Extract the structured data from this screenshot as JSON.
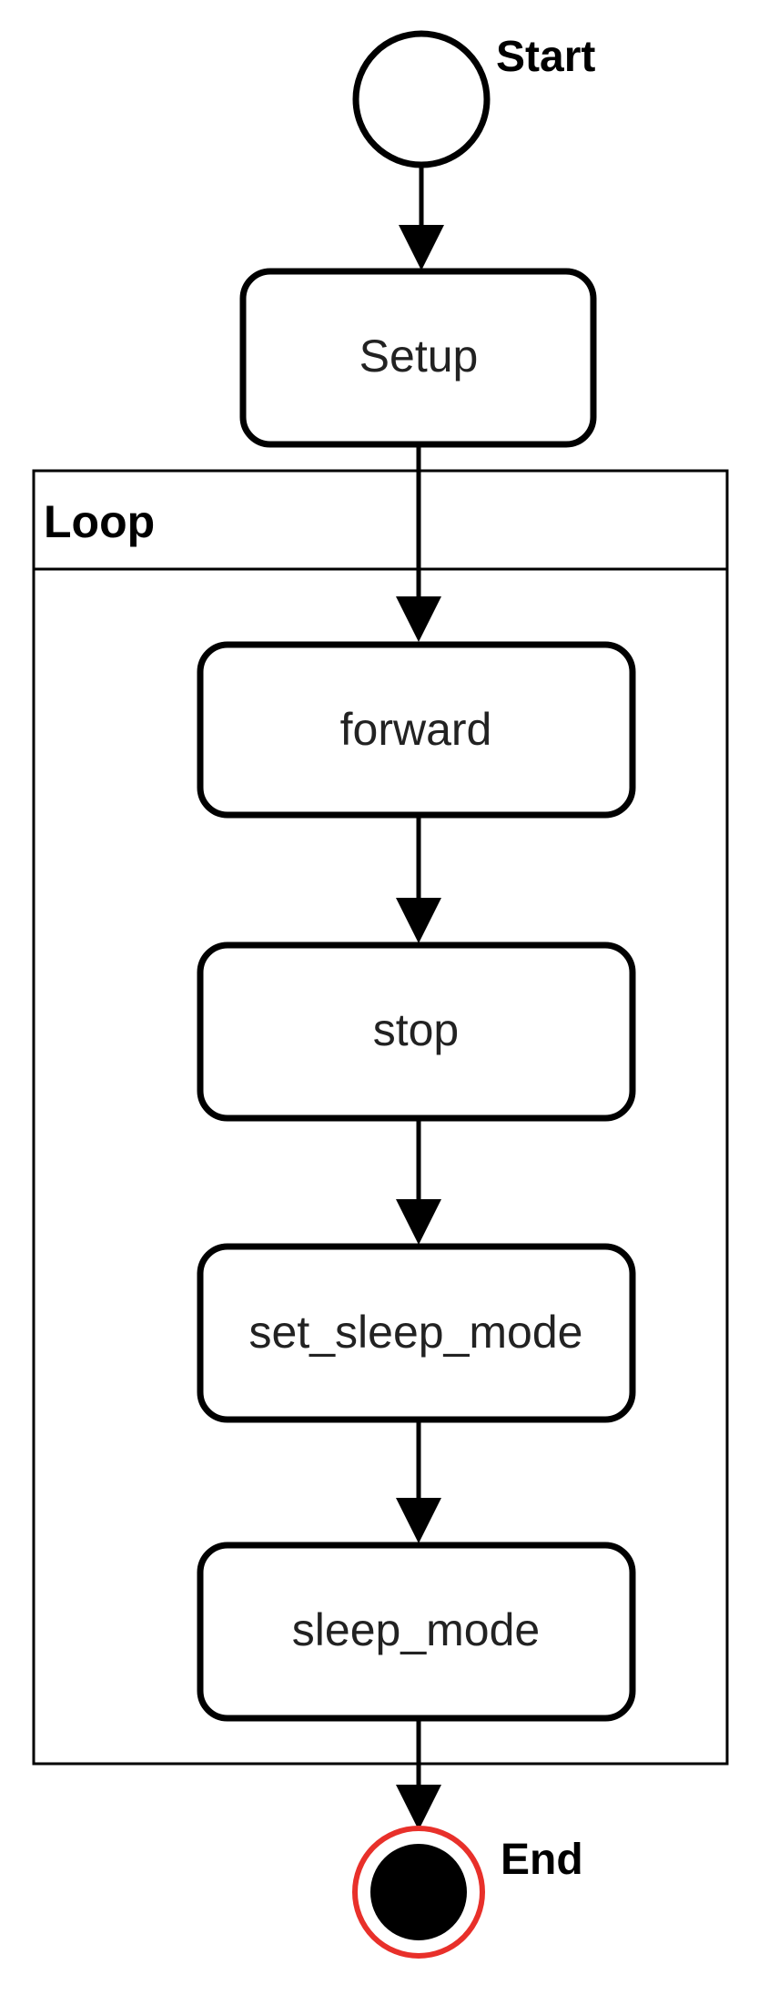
{
  "diagram": {
    "start_label": "Start",
    "end_label": "End",
    "setup_label": "Setup",
    "loop_label": "Loop",
    "steps": [
      {
        "label": "forward"
      },
      {
        "label": "stop"
      },
      {
        "label": "set_sleep_mode"
      },
      {
        "label": "sleep_mode"
      }
    ]
  },
  "colors": {
    "stroke": "#000000",
    "end_ring": "#e8302a",
    "end_fill": "#000000",
    "background": "#ffffff"
  }
}
